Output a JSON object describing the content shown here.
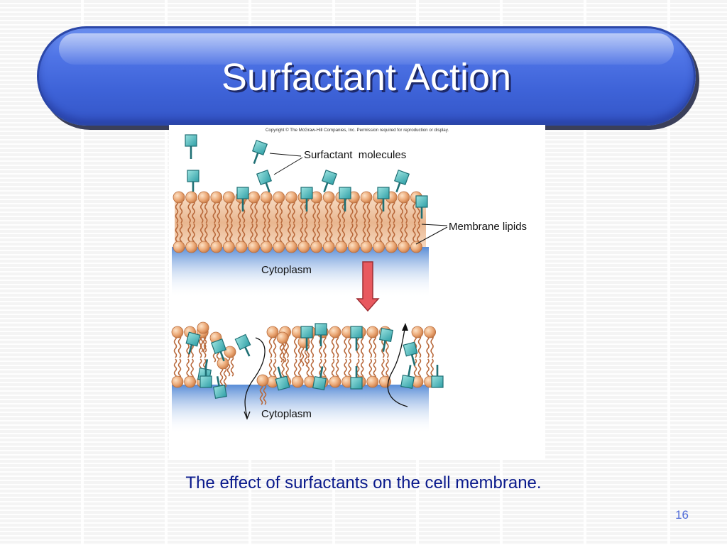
{
  "slide": {
    "title": "Surfactant Action",
    "caption": "The effect of surfactants on the cell membrane.",
    "page_number": "16"
  },
  "figure": {
    "copyright": "Copyright © The McGraw-Hill Companies, Inc. Permission required for reproduction or display.",
    "labels": {
      "surfactant_molecules": "Surfactant  molecules",
      "membrane_lipids": "Membrane lipids",
      "cytoplasm_top": "Cytoplasm",
      "cytoplasm_bottom": "Cytoplasm"
    }
  },
  "colors": {
    "title_bar": "#4f74e6",
    "lipid_head": "#e9a874",
    "lipid_tail": "#b8683a",
    "surfactant": "#3aaeb0",
    "arrow": "#e8595f",
    "cytoplasm": "#5b8fd6",
    "caption_text": "#0a1a8c"
  }
}
